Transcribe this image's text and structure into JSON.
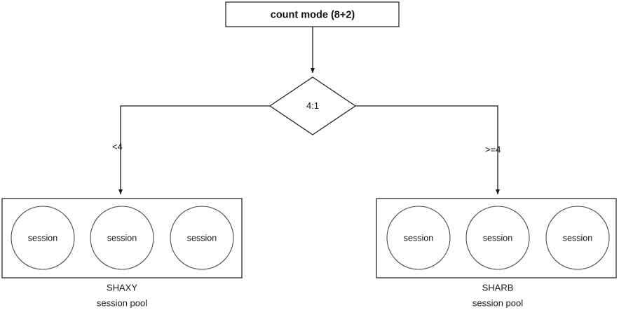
{
  "diagram": {
    "type": "flowchart",
    "background_color": "#ffffff",
    "line_color": "#1a1a1a",
    "text_color": "#111111",
    "start_node": {
      "label": "count mode (8+2)",
      "shape": "rectangle"
    },
    "decision_node": {
      "label": "4:1",
      "shape": "diamond"
    },
    "branches": [
      {
        "label": "<4",
        "side": "left",
        "target": "shaxy-pool"
      },
      {
        "label": ">=4",
        "side": "right",
        "target": "sharb-pool"
      }
    ],
    "pools": [
      {
        "id": "shaxy-pool",
        "name": "SHAXY",
        "subtitle": "session pool",
        "sessions": [
          {
            "label": "session"
          },
          {
            "label": "session"
          },
          {
            "label": "session"
          }
        ]
      },
      {
        "id": "sharb-pool",
        "name": "SHARB",
        "subtitle": "session pool",
        "sessions": [
          {
            "label": "session"
          },
          {
            "label": "session"
          },
          {
            "label": "session"
          }
        ]
      }
    ]
  }
}
